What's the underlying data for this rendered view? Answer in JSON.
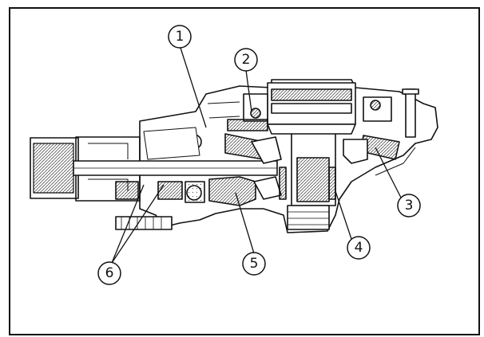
{
  "diagram": {
    "callouts": [
      {
        "id": "c1",
        "label": "1"
      },
      {
        "id": "c2",
        "label": "2"
      },
      {
        "id": "c3",
        "label": "3"
      },
      {
        "id": "c4",
        "label": "4"
      },
      {
        "id": "c5",
        "label": "5"
      },
      {
        "id": "c6",
        "label": "6"
      }
    ],
    "colors": {
      "ink": "#111111",
      "paper": "#ffffff",
      "hatch": "#333333"
    }
  }
}
